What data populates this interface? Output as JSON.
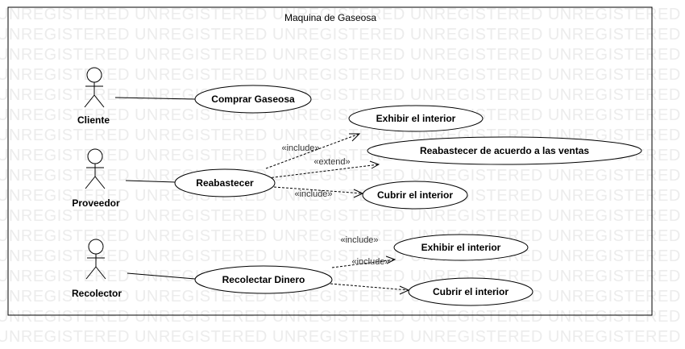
{
  "watermark": "UNREGISTERED",
  "system": {
    "title": "Maquina de Gaseosa"
  },
  "actors": [
    {
      "id": "cliente",
      "label": "Cliente"
    },
    {
      "id": "proveedor",
      "label": "Proveedor"
    },
    {
      "id": "recolector",
      "label": "Recolector"
    }
  ],
  "use_cases": {
    "comprar": "Comprar Gaseosa",
    "exhibir1": "Exhibir el interior",
    "reab_ventas": "Reabastecer de acuerdo a las ventas",
    "reabastecer": "Reabastecer",
    "cubrir1": "Cubrir el interior",
    "exhibir2": "Exhibir el interior",
    "recolectar": "Recolectar Dinero",
    "cubrir2": "Cubrir el interior"
  },
  "relations": {
    "include_1": "«include»",
    "extend_1": "«extend»",
    "include_2": "«include»",
    "include_3": "«include»",
    "include_4": "«include»"
  }
}
